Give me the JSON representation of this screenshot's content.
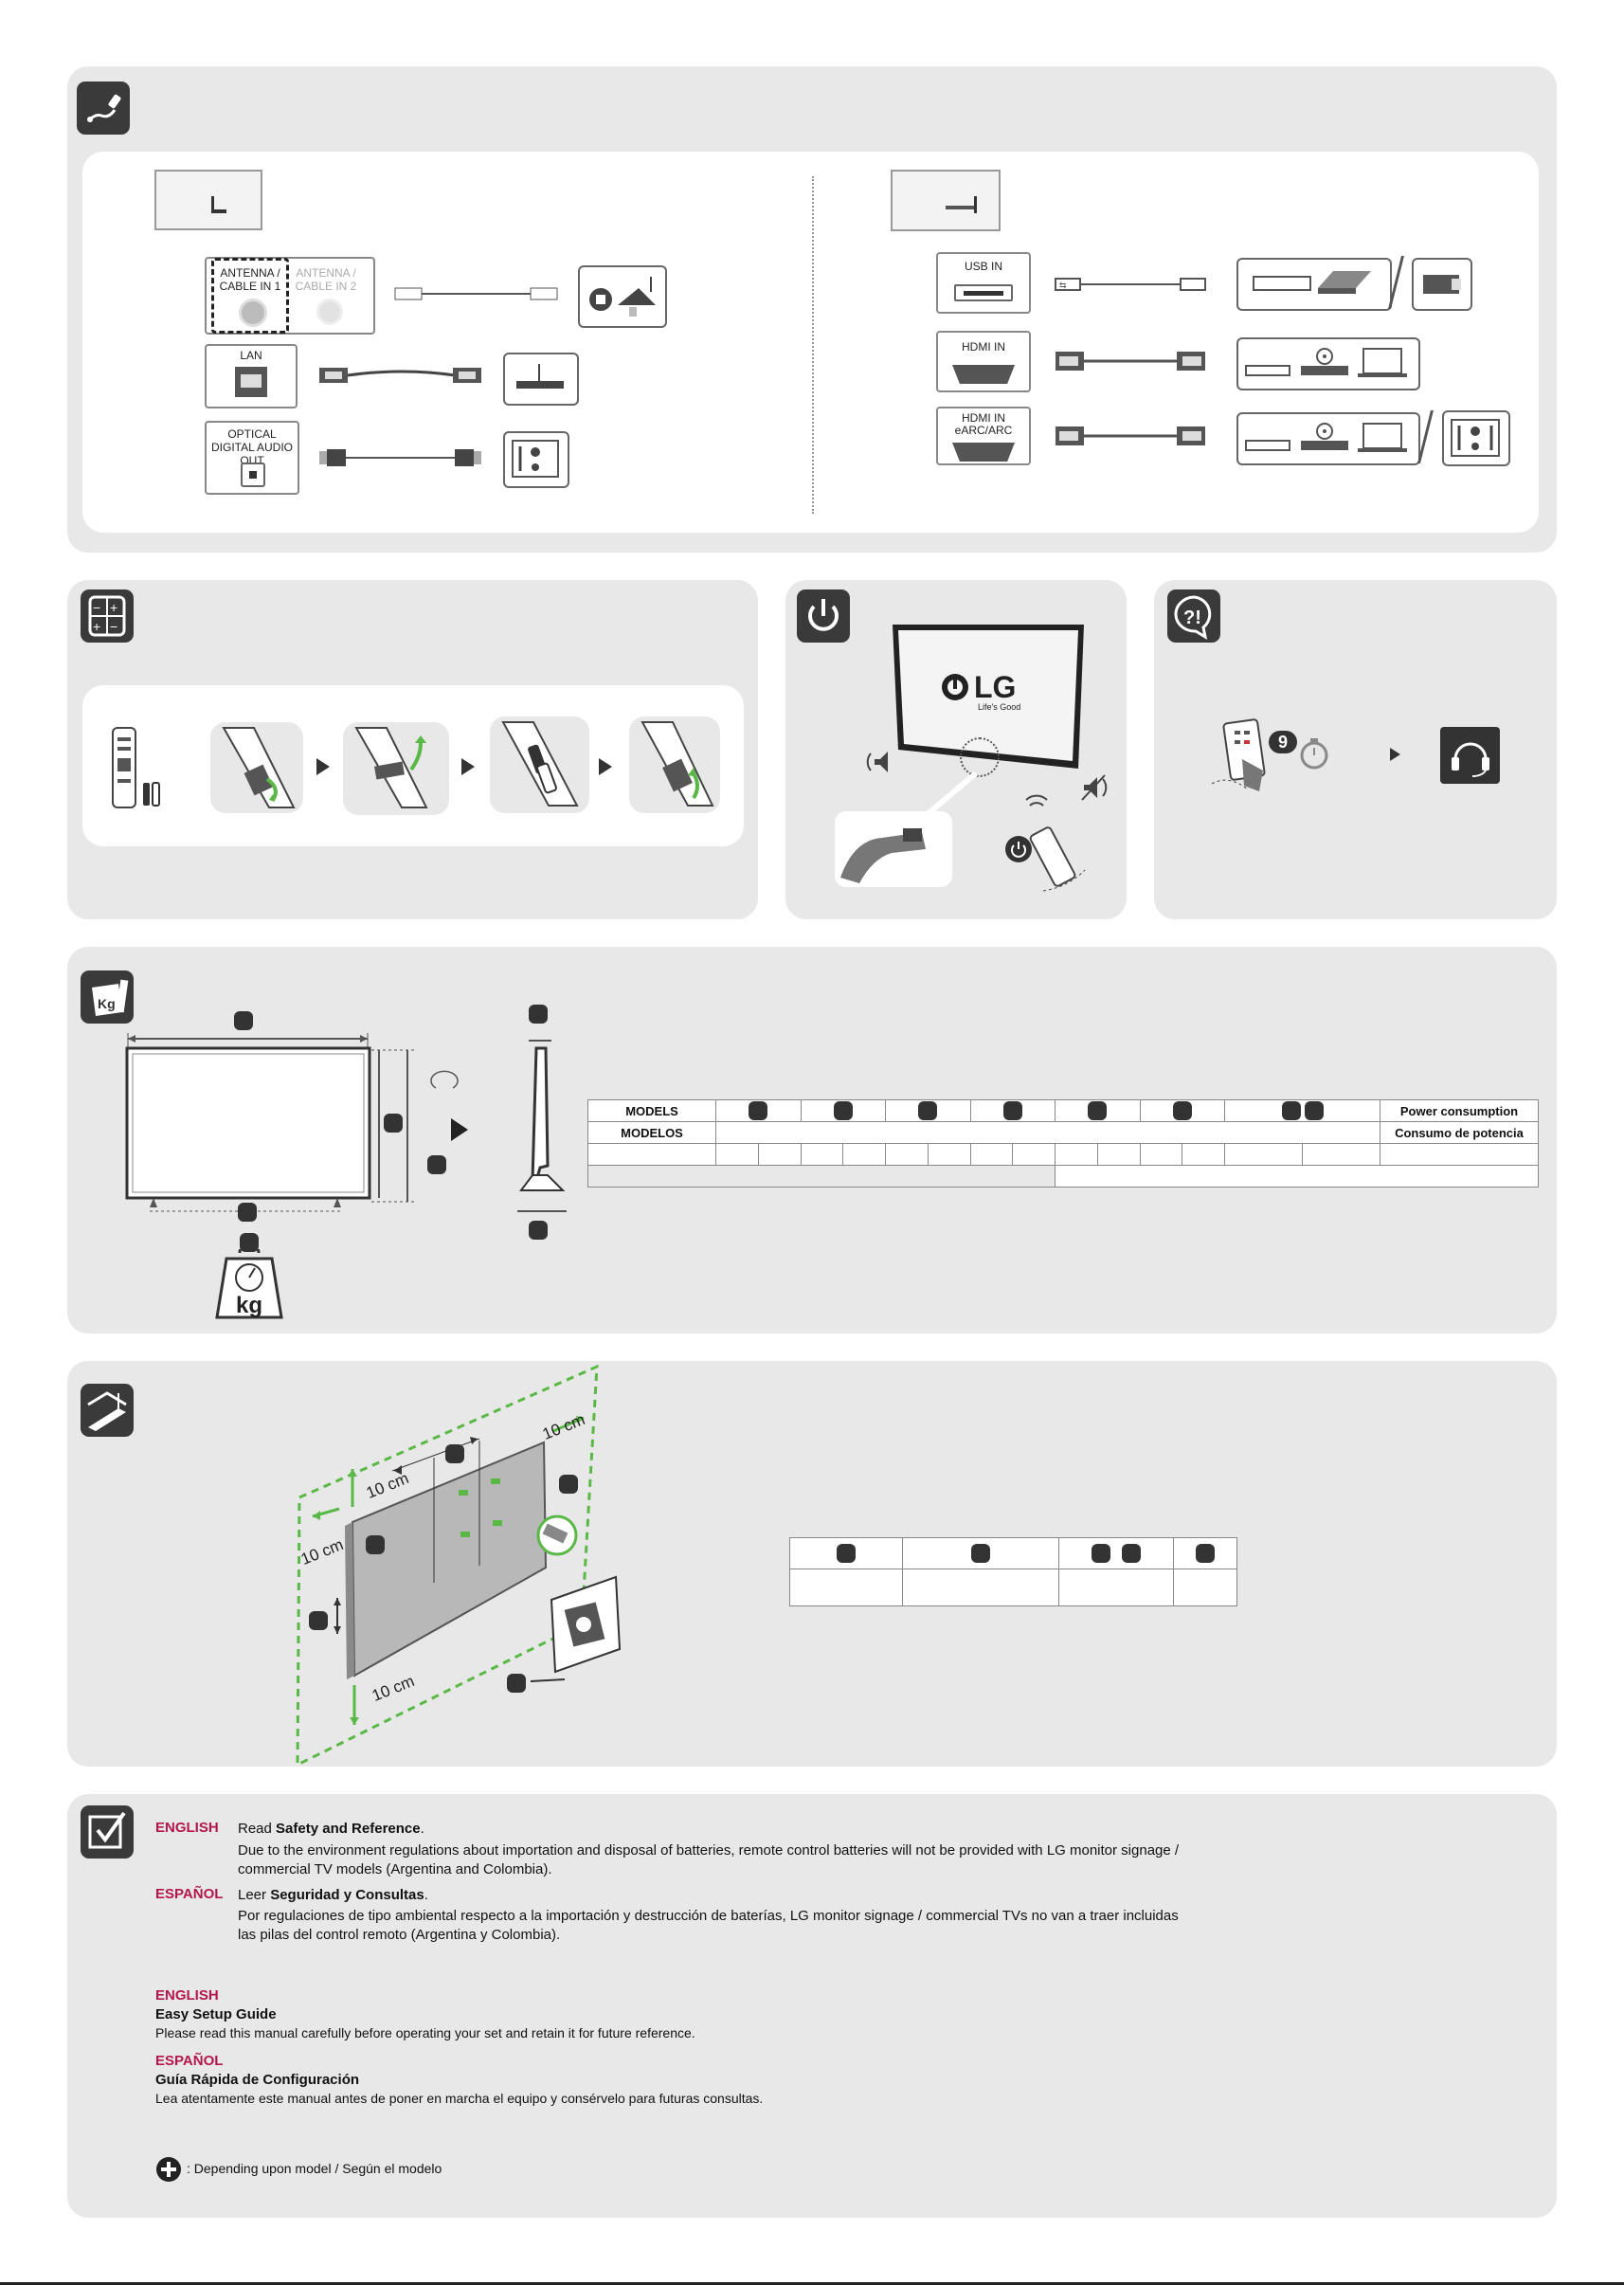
{
  "connections": {
    "antenna1": "ANTENNA / CABLE IN 1",
    "antenna2": "ANTENNA / CABLE IN 2",
    "lan": "LAN",
    "optical": "OPTICAL DIGITAL AUDIO OUT",
    "usb": "USB IN",
    "hdmi": "HDMI IN",
    "hdmi_arc_line1": "HDMI IN",
    "hdmi_arc_line2": "eARC/ARC"
  },
  "power": {
    "logo": "LG",
    "tagline": "Life's Good"
  },
  "help": {
    "number": "9"
  },
  "dimensions": {
    "scale_unit": "kg",
    "table": {
      "models_en": "MODELS",
      "models_es": "MODELOS",
      "power_en": "Power consumption",
      "power_es": "Consumo de potencia"
    }
  },
  "wallmount": {
    "clearance_top": "10 cm",
    "clearance_left": "10 cm",
    "clearance_right": "10 cm",
    "clearance_bottom": "10 cm"
  },
  "notes": {
    "en_lang": "ENGLISH",
    "en_read": "Read ",
    "en_read_bold": "Safety and Reference",
    "en_read_end": ".",
    "en_body_1": "Due to the environment regulations about importation and disposal of batteries, remote control batteries will not be provided with LG monitor signage /",
    "en_body_2": "commercial TV models (Argentina and Colombia).",
    "es_lang": "ESPAÑOL",
    "es_read": "Leer ",
    "es_read_bold": "Seguridad y Consultas",
    "es_read_end": ".",
    "es_body_1": "Por regulaciones de tipo ambiental respecto a la importación y destrucción de baterías, LG monitor signage / commercial TVs no van a traer incluidas",
    "es_body_2": "las pilas del control remoto (Argentina y Colombia).",
    "guide_en_lang": "ENGLISH",
    "guide_en_title": "Easy Setup Guide",
    "guide_en_body": "Please read this manual carefully before operating your set and retain it for future reference.",
    "guide_es_lang": "ESPAÑOL",
    "guide_es_title": "Guía Rápida de Configuración",
    "guide_es_body": "Lea atentamente este manual antes de poner en marcha el equipo y consérvelo para futuras consultas.",
    "footnote": ": Depending upon model / Según el modelo"
  },
  "colors": {
    "accent": "#b5174b",
    "green": "#5ab946",
    "badge": "#3a3a3a"
  }
}
